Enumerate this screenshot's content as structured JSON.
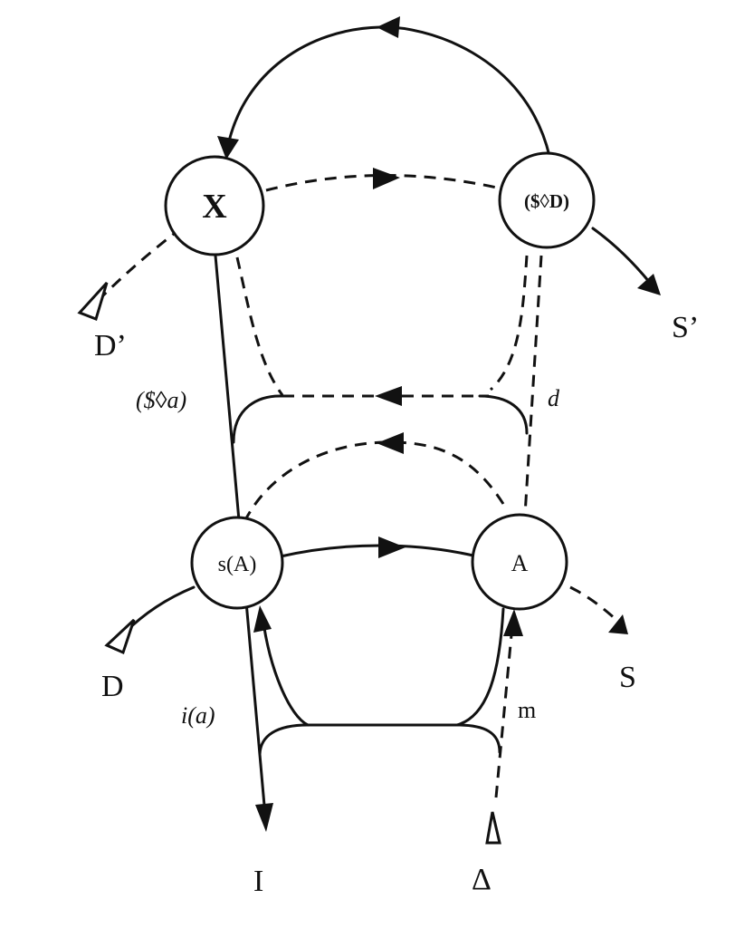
{
  "nodes": {
    "x": "X",
    "barred_s_d": "($◊D)",
    "s_a": "s(A)",
    "a": "A"
  },
  "labels": {
    "d_prime": "D’",
    "s_prime": "S’",
    "barred_s_a": "($◊a)",
    "d_small": "d",
    "d": "D",
    "s": "S",
    "i_a": "i(a)",
    "m": "m",
    "i": "I",
    "delta": "Δ"
  }
}
